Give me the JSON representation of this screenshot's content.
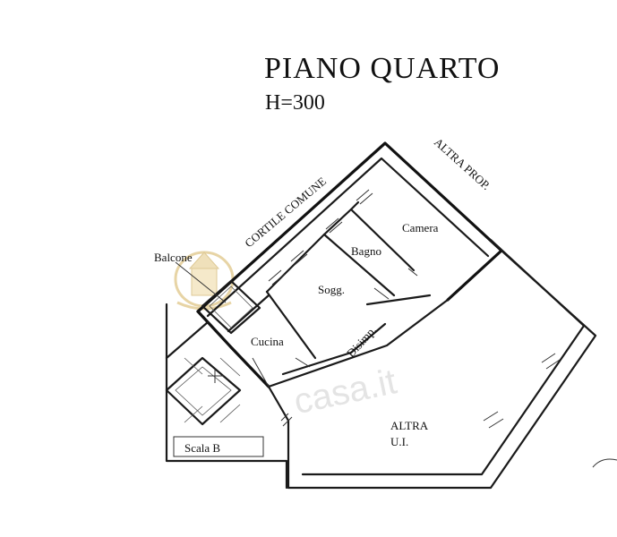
{
  "title": "PIANO QUARTO",
  "height_label": "H=300",
  "labels": {
    "cortile": "CORTILE COMUNE",
    "altra_prop": "ALTRA PROP.",
    "balcone": "Balcone",
    "camera": "Camera",
    "bagno": "Bagno",
    "sogg": "Sogg.",
    "cucina": "Cucina",
    "disimp": "Disimp.",
    "altra_ui_1": "ALTRA",
    "altra_ui_2": "U.I.",
    "scala": "Scala  B"
  },
  "watermark": "casa.it",
  "colors": {
    "ink": "#111111",
    "seal": "#d8b86a"
  }
}
